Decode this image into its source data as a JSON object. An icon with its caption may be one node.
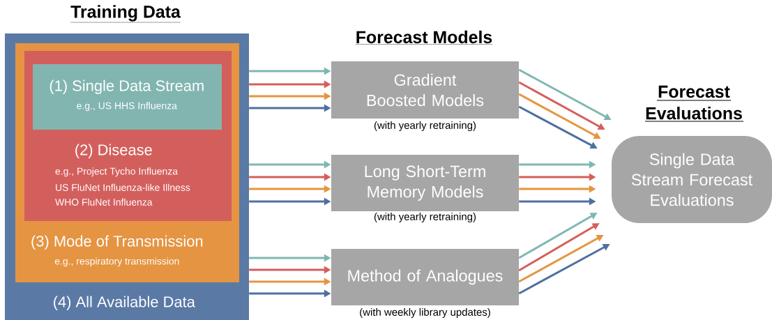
{
  "diagram": {
    "nodes": [
      {
        "text": [
          "Training Data",
          "(4) All Available Data"
        ]
      },
      {
        "text": [
          "(3) Mode of Transmission",
          "e.g., respiratory transmission"
        ],
        "in": 0
      },
      {
        "text": [
          "(2) Disease",
          "e.g., Project Tycho Influenza",
          "US FluNet Influenza-like Illness",
          "WHO FluNet Influenza"
        ],
        "in": 1
      },
      {
        "text": [
          "(1) Single Data Stream",
          "e.g., US HHS Influenza"
        ],
        "in": 2
      },
      {
        "text": [
          "Gradient Boosted Models"
        ],
        "beside": [
          "(with yearly retraining)"
        ]
      },
      {
        "text": [
          "Long Short-Term Memory Models"
        ],
        "beside": [
          "(with yearly retraining)"
        ]
      },
      {
        "text": [
          "Method of Analogues"
        ],
        "beside": [
          "(with weekly library updates)"
        ]
      },
      {
        "text": [
          "Forecast Evaluations",
          "Single Data Stream Forecast Evaluations"
        ]
      }
    ],
    "edges": [
      {
        "from": 0,
        "to": 4,
        "arrow": "to",
        "color": "#7fb7b1"
      },
      {
        "from": 0,
        "to": 4,
        "arrow": "to",
        "color": "#d45f5c"
      },
      {
        "from": 0,
        "to": 4,
        "arrow": "to",
        "color": "#e5953f"
      },
      {
        "from": 0,
        "to": 4,
        "arrow": "to",
        "color": "#4f70a0"
      },
      {
        "from": 4,
        "to": 7,
        "arrow": "to",
        "color": "#7fb7b1"
      },
      {
        "from": 4,
        "to": 7,
        "arrow": "to",
        "color": "#d45f5c"
      },
      {
        "from": 4,
        "to": 7,
        "arrow": "to",
        "color": "#e5953f"
      },
      {
        "from": 4,
        "to": 7,
        "arrow": "to",
        "color": "#4f70a0"
      },
      {
        "from": 0,
        "to": 5,
        "arrow": "to",
        "color": "#7fb7b1"
      },
      {
        "from": 0,
        "to": 5,
        "arrow": "to",
        "color": "#d45f5c"
      },
      {
        "from": 0,
        "to": 5,
        "arrow": "to",
        "color": "#e5953f"
      },
      {
        "from": 0,
        "to": 5,
        "arrow": "to",
        "color": "#4f70a0"
      },
      {
        "from": 5,
        "to": 7,
        "arrow": "to",
        "color": "#7fb7b1"
      },
      {
        "from": 5,
        "to": 7,
        "arrow": "to",
        "color": "#d45f5c"
      },
      {
        "from": 5,
        "to": 7,
        "arrow": "to",
        "color": "#e5953f"
      },
      {
        "from": 5,
        "to": 7,
        "arrow": "to",
        "color": "#4f70a0"
      },
      {
        "from": 0,
        "to": 6,
        "arrow": "to",
        "color": "#7fb7b1"
      },
      {
        "from": 0,
        "to": 6,
        "arrow": "to",
        "color": "#d45f5c"
      },
      {
        "from": 0,
        "to": 6,
        "arrow": "to",
        "color": "#e5953f"
      },
      {
        "from": 0,
        "to": 6,
        "arrow": "to",
        "color": "#4f70a0"
      },
      {
        "from": 6,
        "to": 7,
        "arrow": "to",
        "color": "#7fb7b1"
      },
      {
        "from": 6,
        "to": 7,
        "arrow": "to",
        "color": "#d45f5c"
      },
      {
        "from": 6,
        "to": 7,
        "arrow": "to",
        "color": "#e5953f"
      },
      {
        "from": 6,
        "to": 7,
        "arrow": "to",
        "color": "#4f70a0"
      }
    ],
    "labels": [
      "Forecast Models"
    ]
  }
}
